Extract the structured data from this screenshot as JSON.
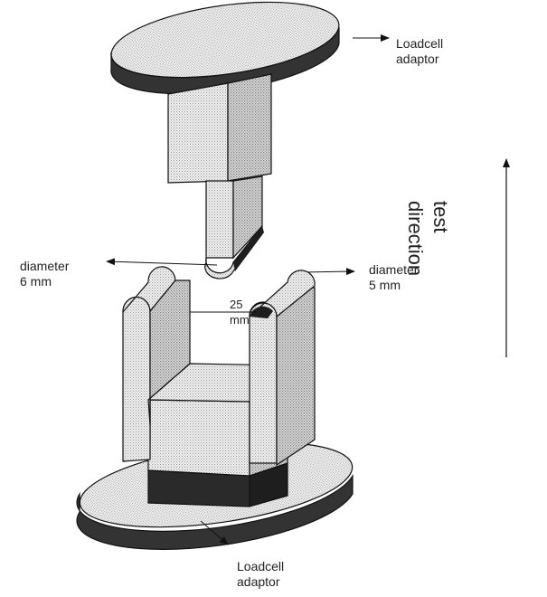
{
  "labels": {
    "top_adaptor": [
      "Loadcell",
      "adaptor"
    ],
    "bottom_adaptor": [
      "Loadcell",
      "adaptor"
    ],
    "left_diameter": [
      "diameter",
      "6 mm"
    ],
    "right_diameter": [
      "diameter",
      "5 mm"
    ],
    "gap": [
      "25",
      "mm"
    ],
    "test_direction": [
      "test",
      "direction"
    ]
  },
  "colors": {
    "dark": "#2e2e2e",
    "stipple_fill": "#e6e6e6",
    "stroke": "#111111"
  }
}
